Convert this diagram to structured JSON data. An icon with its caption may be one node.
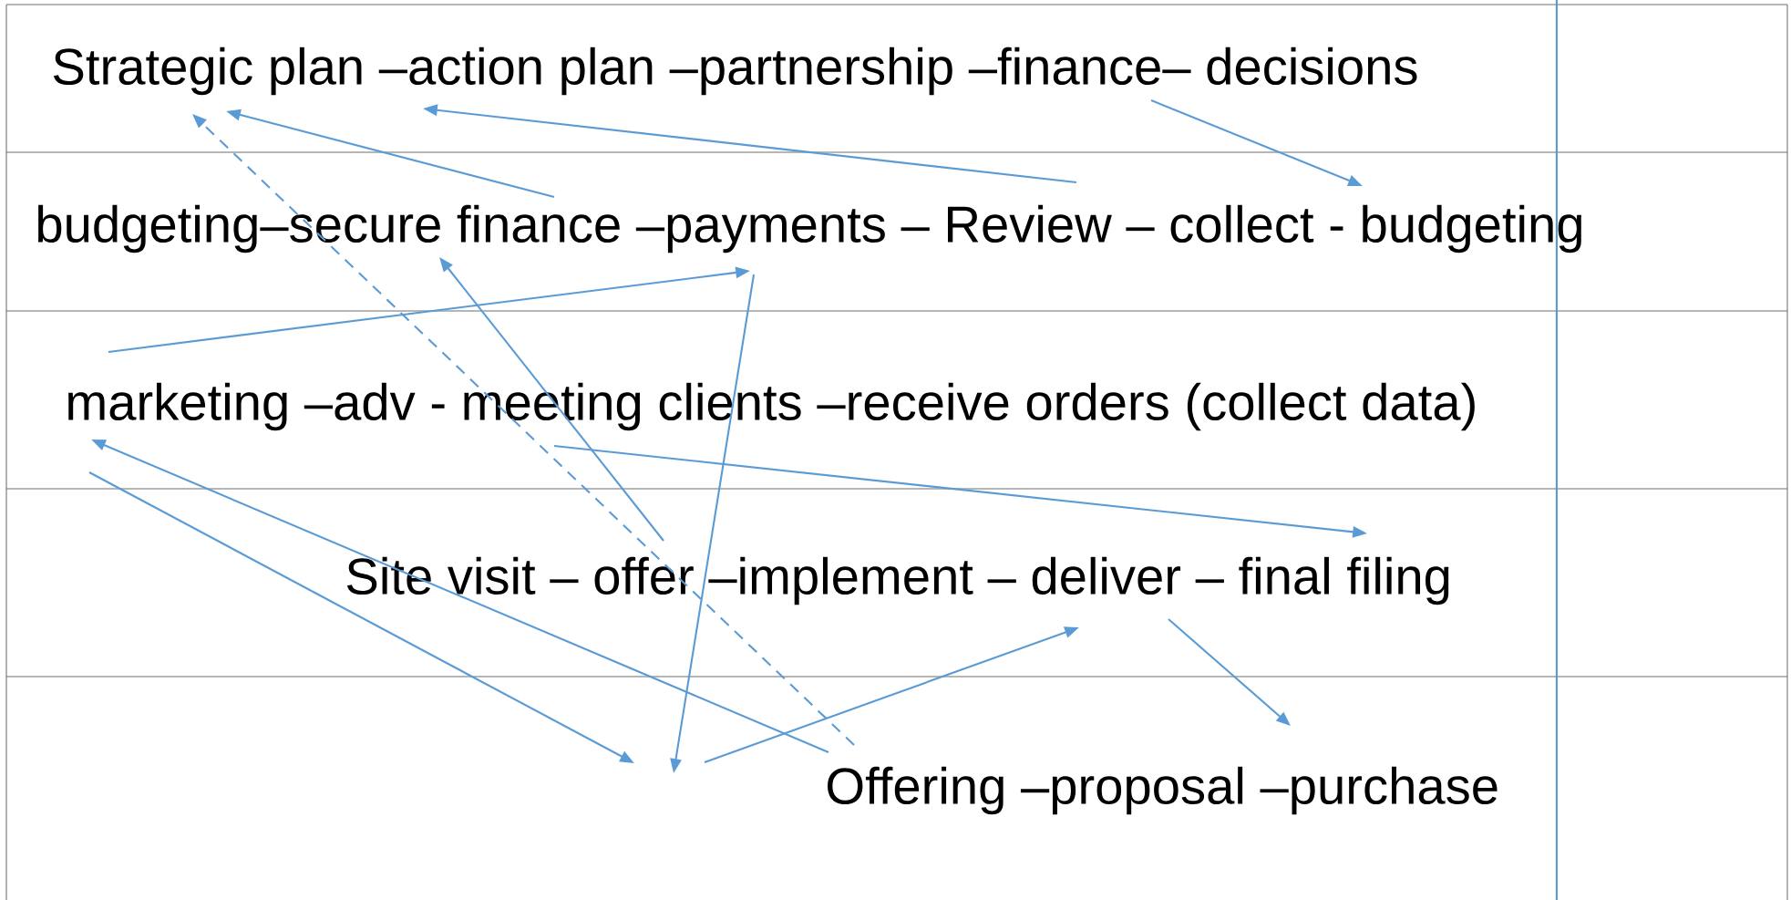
{
  "diagram": {
    "nodes": [
      {
        "text": [
          "Strategic plan –action plan –partnership –finance– decisions"
        ]
      },
      {
        "text": [
          "budgeting–secure finance –payments – Review – collect - budgeting"
        ]
      },
      {
        "text": [
          "marketing –adv - meeting clients –receive orders (collect data)"
        ]
      },
      {
        "text": [
          "Site visit – offer –implement – deliver – final filing"
        ]
      },
      {
        "text": [
          "Offering –proposal –purchase"
        ]
      }
    ],
    "edges": [
      {
        "from": 0,
        "to": 1,
        "arrow": "to"
      },
      {
        "from": 1,
        "to": 0,
        "arrow": "to"
      },
      {
        "from": 1,
        "to": 0,
        "arrow": "to"
      },
      {
        "from": 4,
        "to": 0,
        "arrow": "to",
        "style": "dashed"
      },
      {
        "from": 2,
        "to": 1,
        "arrow": "to"
      },
      {
        "from": 1,
        "to": null,
        "arrow": "to"
      },
      {
        "from": 3,
        "to": 1,
        "arrow": "to"
      },
      {
        "from": 2,
        "to": 3,
        "arrow": "to"
      },
      {
        "from": 4,
        "to": 2,
        "arrow": "to"
      },
      {
        "from": 2,
        "to": null,
        "arrow": "to"
      },
      {
        "from": null,
        "to": 3,
        "arrow": "to"
      },
      {
        "from": 3,
        "to": 4,
        "arrow": "to"
      }
    ]
  }
}
